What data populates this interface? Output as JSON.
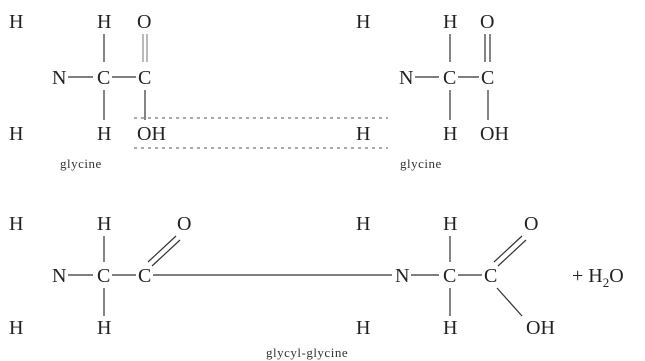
{
  "atoms": {
    "h": "H",
    "c": "C",
    "n": "N",
    "o": "O",
    "oh": "OH",
    "plus_water_prefix": "+ H",
    "water_sub": "2",
    "water_suffix": "O"
  },
  "labels": {
    "glycine_left": "glycine",
    "glycine_right": "glycine",
    "product": "glycyl-glycine"
  },
  "colors": {
    "ink": "#222222",
    "background": "#ffffff"
  }
}
